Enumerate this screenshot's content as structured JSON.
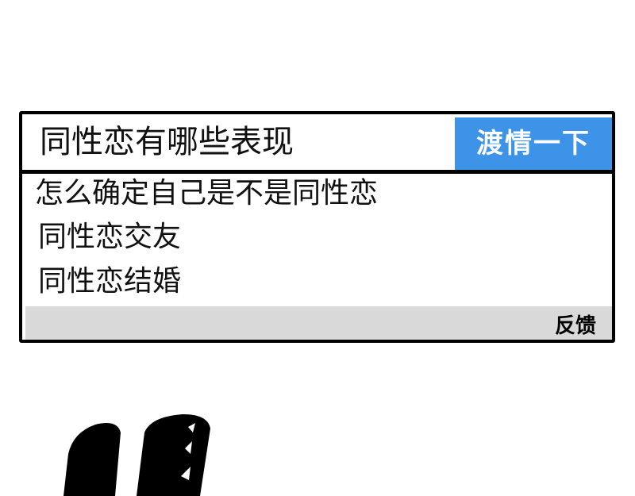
{
  "search": {
    "query": "同性恋有哪些表现",
    "button_label": "渡情一下"
  },
  "suggestions": [
    "怎么确定自己是不是同性恋",
    "同性恋交友",
    "同性恋结婚"
  ],
  "footer": {
    "feedback_label": "反馈"
  },
  "colors": {
    "button": "#3d93e8",
    "footer": "#d9d9d9"
  }
}
